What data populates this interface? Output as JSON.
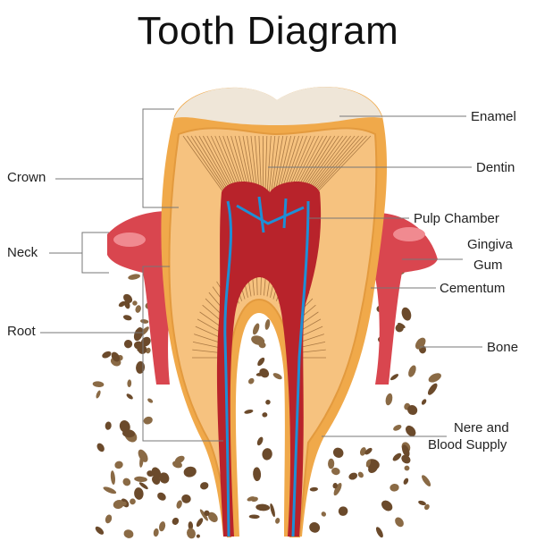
{
  "title": "Tooth Diagram",
  "labels": {
    "enamel": "Enamel",
    "dentin": "Dentin",
    "pulp_chamber": "Pulp Chamber",
    "gingiva": "Gingiva",
    "gum": "Gum",
    "cementum": "Cementum",
    "bone": "Bone",
    "nerve_line1": "Nere and",
    "nerve_line2": "Blood Supply",
    "crown": "Crown",
    "neck": "Neck",
    "root": "Root"
  },
  "colors": {
    "enamel": "#f7e3c4",
    "cementum": "#f0a94a",
    "dentin": "#f6c27f",
    "pulp": "#b8232b",
    "vessel": "#1e8fd6",
    "gum": "#d9464f",
    "bone": "#6b4a2b"
  }
}
